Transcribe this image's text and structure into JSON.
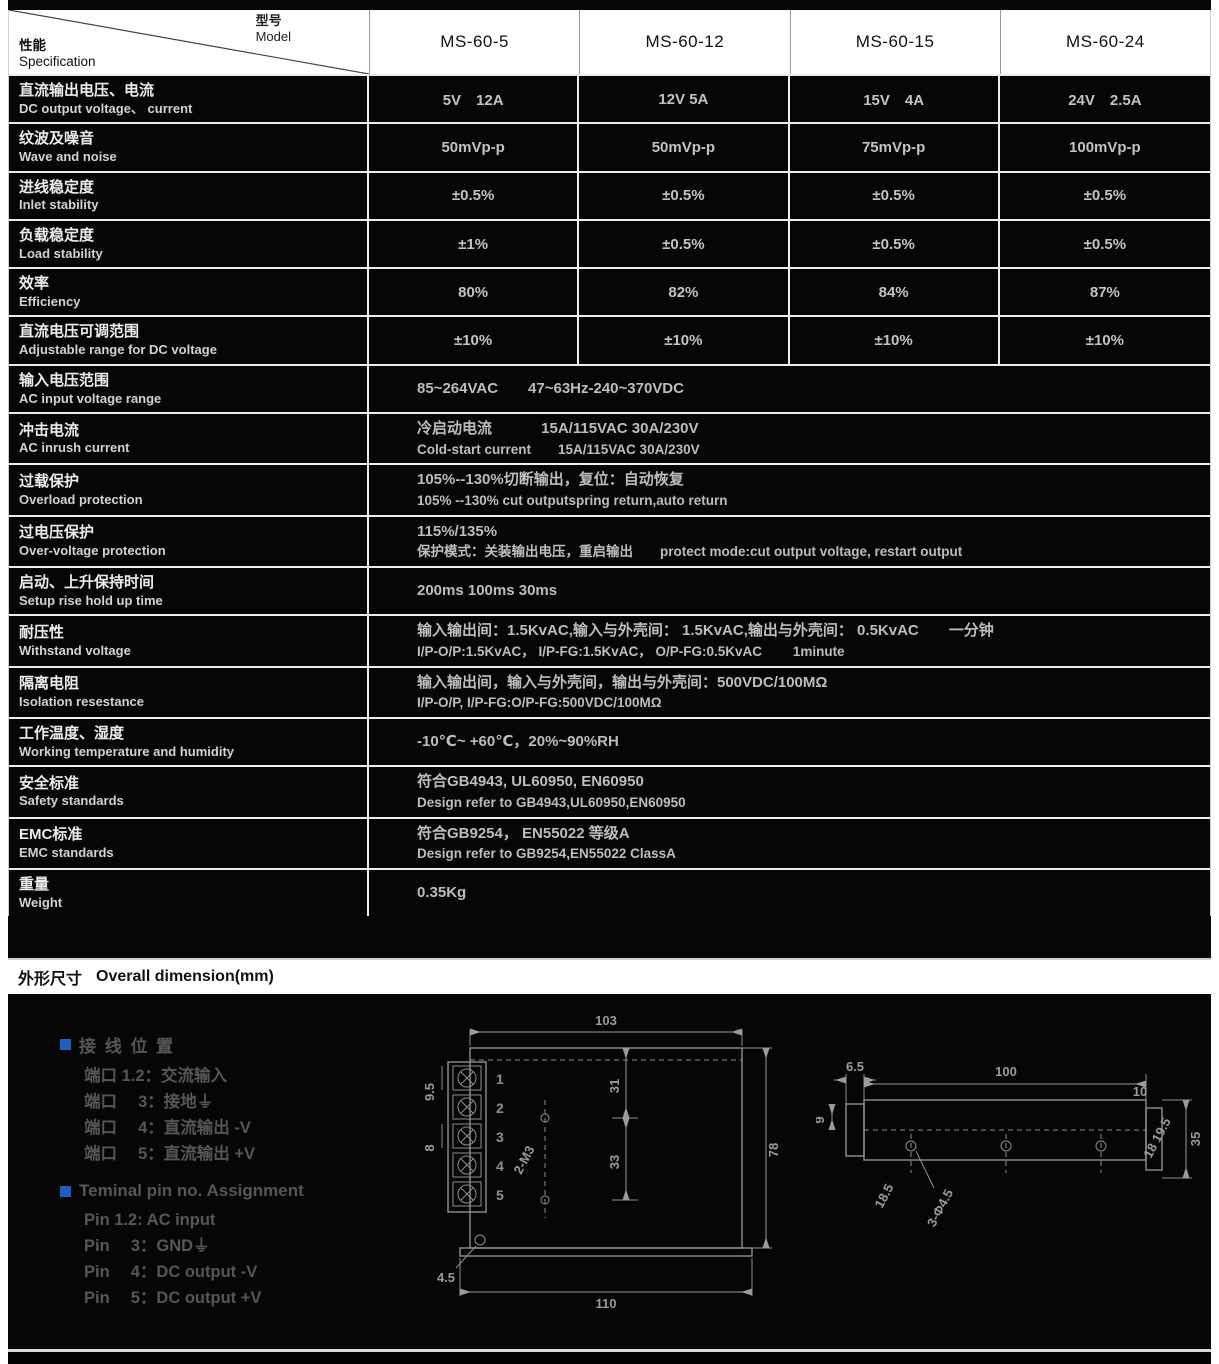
{
  "header": {
    "model_cn": "型号",
    "model_en": "Model",
    "spec_cn": "性能",
    "spec_en": "Specification",
    "models": [
      "MS-60-5",
      "MS-60-12",
      "MS-60-15",
      "MS-60-24"
    ]
  },
  "table": {
    "rows": [
      {
        "cn": "直流输出电压、电流",
        "en": "DC output voltage、 current",
        "values": [
          "5V　12A",
          "12V 5A",
          "15V　4A",
          "24V　2.5A"
        ]
      },
      {
        "cn": "纹波及噪音",
        "en": "Wave and noise",
        "values": [
          "50mVp-p",
          "50mVp-p",
          "75mVp-p",
          "100mVp-p"
        ]
      },
      {
        "cn": "进线稳定度",
        "en": "Inlet stability",
        "values": [
          "±0.5%",
          "±0.5%",
          "±0.5%",
          "±0.5%"
        ]
      },
      {
        "cn": "负载稳定度",
        "en": "Load stability",
        "values": [
          "±1%",
          "±0.5%",
          "±0.5%",
          "±0.5%"
        ]
      },
      {
        "cn": "效率",
        "en": "Efficiency",
        "values": [
          "80%",
          "82%",
          "84%",
          "87%"
        ]
      },
      {
        "cn": "直流电压可调范围",
        "en": "Adjustable range for DC voltage",
        "values": [
          "±10%",
          "±10%",
          "±10%",
          "±10%"
        ]
      },
      {
        "cn": "输入电压范围",
        "en": "AC input voltage range",
        "lines": [
          "85~264VAC　　47~63Hz-240~370VDC"
        ]
      },
      {
        "cn": "冲击电流",
        "en": "AC inrush current",
        "lines": [
          "冷启动电流　　　 15A/115VAC  30A/230V",
          "Cold-start current　　15A/115VAC  30A/230V"
        ]
      },
      {
        "cn": "过载保护",
        "en": "Overload protection",
        "lines": [
          "105%--130%切断输出，复位：自动恢复",
          "105% --130%  cut outputspring return,auto return"
        ]
      },
      {
        "cn": "过电压保护",
        "en": "Over-voltage protection",
        "lines": [
          "115%/135%",
          "保护模式：关装输出电压，重启输出　　protect mode:cut output voltage, restart output"
        ]
      },
      {
        "cn": "启动、上升保持时间",
        "en": "Setup rise hold up time",
        "lines": [
          "200ms 100ms  30ms"
        ]
      },
      {
        "cn": "耐压性",
        "en": "Withstand voltage",
        "lines": [
          "输入输出间：1.5KvAC,输入与外壳间：  1.5KvAC,输出与外壳间：  0.5KvAC　　一分钟",
          "I/P-O/P:1.5KvAC，  I/P-FG:1.5KvAC，  O/P-FG:0.5KvAC　　 1minute"
        ]
      },
      {
        "cn": "隔离电阻",
        "en": "Isolation resestance",
        "lines": [
          "输入输出间，输入与外壳间，输出与外壳间：500VDC/100MΩ",
          "I/P-O/P,  I/P-FG:O/P-FG:500VDC/100MΩ"
        ]
      },
      {
        "cn": "工作温度、湿度",
        "en": "Working temperature and humidity",
        "lines": [
          "-10℃~ +60℃，20%~90%RH"
        ]
      },
      {
        "cn": "安全标准",
        "en": "Safety standards",
        "lines": [
          "符合GB4943,  UL60950,  EN60950",
          "Design refer to GB4943,UL60950,EN60950"
        ]
      },
      {
        "cn": "EMC标准",
        "en": "EMC standards",
        "lines": [
          "符合GB9254，  EN55022 等级A",
          "Design refer to GB9254,EN55022 ClassA"
        ]
      },
      {
        "cn": "重量",
        "en": "Weight",
        "lines": [
          "0.35Kg"
        ]
      }
    ]
  },
  "dimension_section": {
    "title_cn": "外形尺寸",
    "title_en": "Overall dimension(mm)"
  },
  "legend": {
    "cn_title": "接 线 位 置",
    "cn_lines": [
      "端口 1.2：交流输入",
      "端口　 3：接地⏚",
      "端口　 4：直流输出 -V",
      "端口　 5：直流输出 +V"
    ],
    "en_title": "Teminal pin no. Assignment",
    "en_lines": [
      "Pin 1.2:   AC input",
      "Pin 　3：GND⏚",
      "Pin 　4：DC output -V",
      "Pin 　5：DC output +V"
    ]
  },
  "drawings": {
    "front": {
      "dim_top": "103",
      "dim_bottom": "110",
      "dim_v1": "31",
      "dim_v2": "33",
      "dim_right": "78",
      "dim_l1": "9.5",
      "dim_l2": "8",
      "hole_label": "2-M3",
      "dim_corner": "4.5",
      "pins": [
        "1",
        "2",
        "3",
        "4",
        "5"
      ]
    },
    "side": {
      "dim_a": "6.5",
      "dim_b": "100",
      "dim_c": "9",
      "dim_d": "18.5",
      "dim_e": "18 19.5",
      "dim_f": "35",
      "dim_g": "10",
      "hole_label": "3-Φ4.5"
    }
  }
}
